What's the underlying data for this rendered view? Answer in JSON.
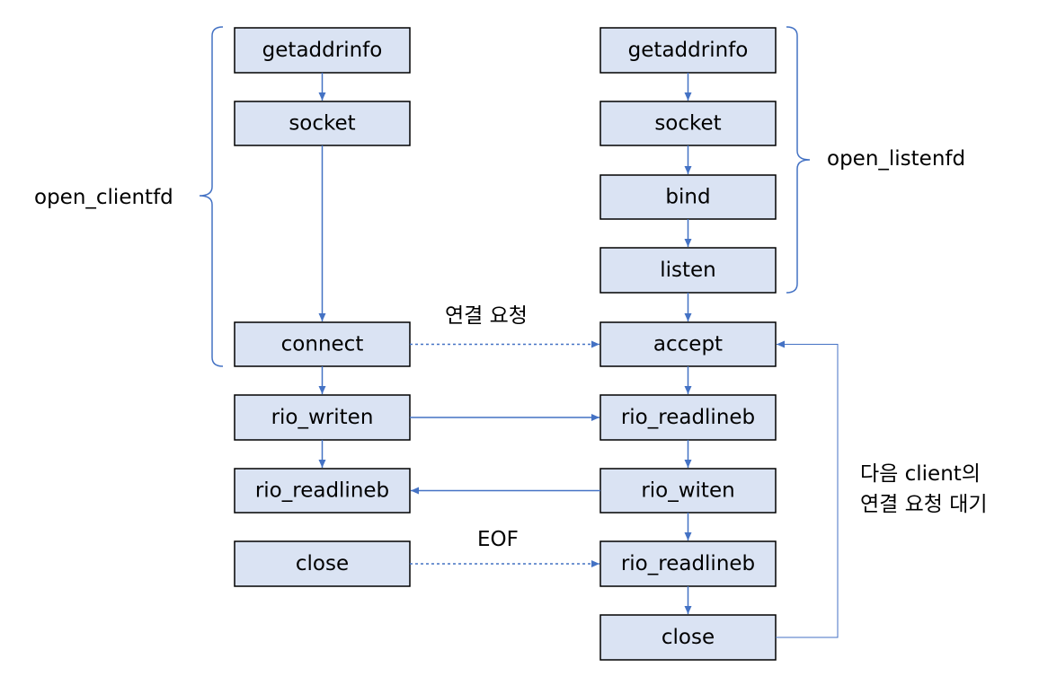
{
  "client": {
    "getaddrinfo": "getaddrinfo",
    "socket": "socket",
    "connect": "connect",
    "rio_writen": "rio_writen",
    "rio_readlineb": "rio_readlineb",
    "close": "close",
    "group_label": "open_clientfd"
  },
  "server": {
    "getaddrinfo": "getaddrinfo",
    "socket": "socket",
    "bind": "bind",
    "listen": "listen",
    "accept": "accept",
    "rio_readlineb_1": "rio_readlineb",
    "rio_witen": "rio_witen",
    "rio_readlineb_2": "rio_readlineb",
    "close": "close",
    "group_label": "open_listenfd"
  },
  "annotations": {
    "connection_request": "연결 요청",
    "eof": "EOF",
    "next_client_line1": "다음 client의",
    "next_client_line2": "연결 요청 대기"
  },
  "colors": {
    "box_fill": "#dae3f3",
    "box_stroke": "#000000",
    "edge": "#4472c4"
  }
}
